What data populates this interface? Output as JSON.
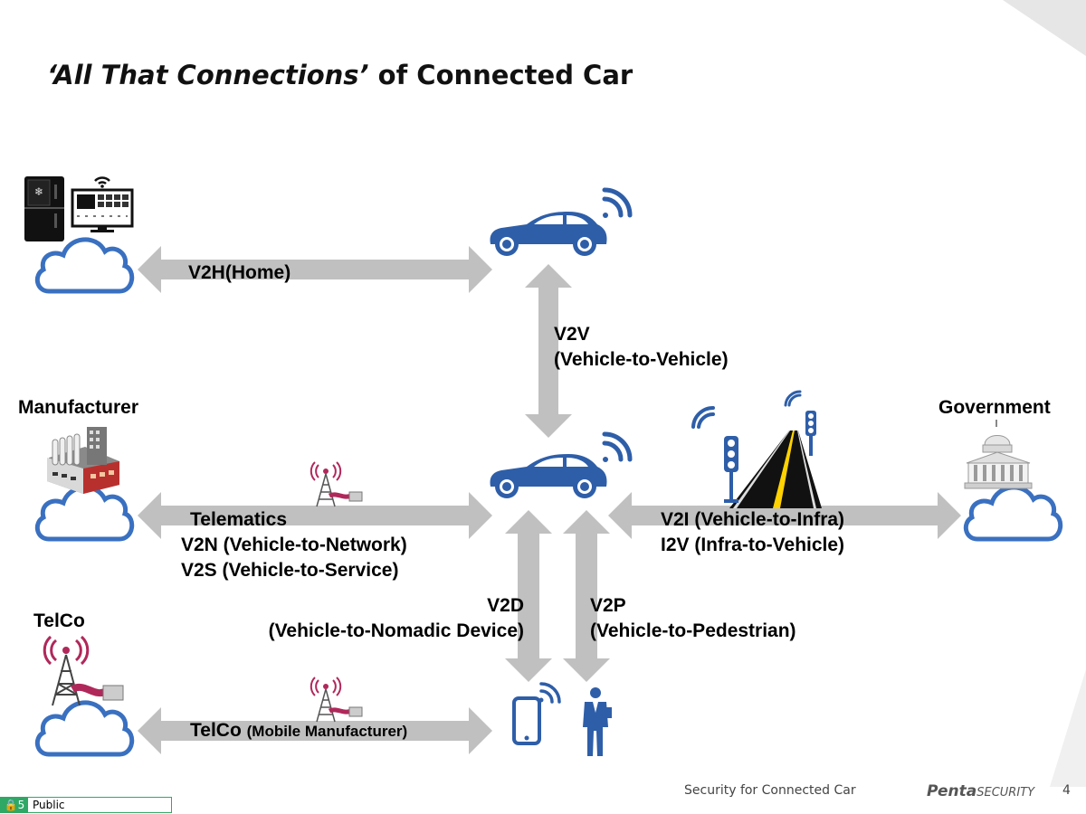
{
  "title": {
    "italic_part": "‘All That Connections’",
    "rest": "of Connected Car"
  },
  "labels": {
    "v2h": "V2H(Home)",
    "v2v_line1": "V2V",
    "v2v_line2": "(Vehicle-to-Vehicle)",
    "manufacturer": "Manufacturer",
    "government": "Government",
    "telematics": "Telematics",
    "v2n": "V2N (Vehicle-to-Network)",
    "v2s": "V2S (Vehicle-to-Service)",
    "v2i": "V2I (Vehicle-to-Infra)",
    "i2v": "I2V (Infra-to-Vehicle)",
    "v2d_line1": "V2D",
    "v2d_line2": "(Vehicle-to-Nomadic Device)",
    "v2p_line1": "V2P",
    "v2p_line2": "(Vehicle-to-Pedestrian)",
    "telco": "TelCo",
    "telco_bottom": "TelCo",
    "telco_bottom_sub": "(Mobile Manufacturer)"
  },
  "footer": {
    "subject": "Security for Connected Car",
    "logo_main": "Penta",
    "logo_sub": "SECURITY",
    "page_number": "4",
    "classification_tag": "5",
    "classification": "Public"
  },
  "colors": {
    "arrow": "#c0c0c0",
    "icon_blue": "#2e5ea8",
    "cloud_blue": "#3a70c0",
    "tower_red": "#b0285a",
    "public_green": "#2fa866"
  },
  "icons": [
    "cloud-icon",
    "car-icon",
    "wifi-signal-icon",
    "refrigerator-icon",
    "smart-tv-icon",
    "factory-icon",
    "government-building-icon",
    "cell-tower-icon",
    "traffic-light-icon",
    "road-icon",
    "smartphone-icon",
    "pedestrian-icon",
    "lock-icon"
  ]
}
